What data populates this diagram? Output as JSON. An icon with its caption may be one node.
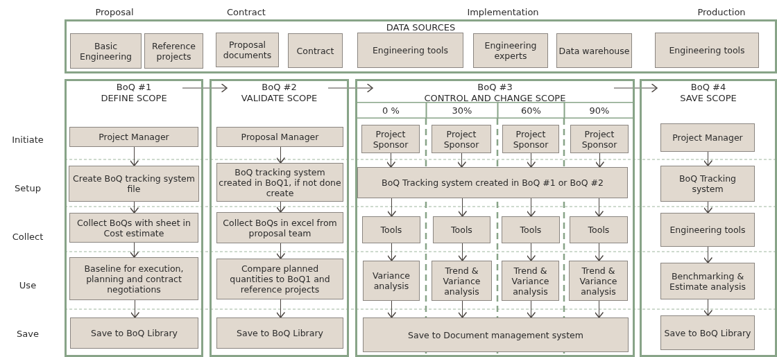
{
  "diagram": {
    "nodes": [
      {
        "text": [
          "DATA SOURCES"
        ]
      },
      {
        "text": [
          "Basic Engineering"
        ],
        "in": 0
      },
      {
        "text": [
          "Reference projects"
        ],
        "in": 0
      },
      {
        "text": [
          "Proposal documents"
        ],
        "in": 0
      },
      {
        "text": [
          "Contract"
        ],
        "in": 0
      },
      {
        "text": [
          "Engineering tools"
        ],
        "in": 0
      },
      {
        "text": [
          "Engineering experts"
        ],
        "in": 0
      },
      {
        "text": [
          "Data warehouse"
        ],
        "in": 0
      },
      {
        "text": [
          "Engineering tools"
        ],
        "in": 0
      },
      {
        "text": [
          "BoQ #1",
          "DEFINE SCOPE"
        ]
      },
      {
        "text": [
          "BoQ #2",
          "VALIDATE SCOPE"
        ]
      },
      {
        "text": [
          "BoQ #3",
          "CONTROL AND CHANGE SCOPE"
        ]
      },
      {
        "text": [
          "BoQ #4",
          "SAVE SCOPE"
        ]
      },
      {
        "text": [
          "0 %"
        ],
        "in": 11
      },
      {
        "text": [
          "30%"
        ],
        "in": 11
      },
      {
        "text": [
          "60%"
        ],
        "in": 11
      },
      {
        "text": [
          "90%"
        ],
        "in": 11
      },
      {
        "text": [
          "Project Manager"
        ],
        "in": 9
      },
      {
        "text": [
          "Create BoQ tracking system file"
        ],
        "in": 9
      },
      {
        "text": [
          "Collect BoQs with sheet in Cost estimate"
        ],
        "in": 9
      },
      {
        "text": [
          "Baseline for execution, planning and contract negotiations"
        ],
        "in": 9
      },
      {
        "text": [
          "Save to BoQ Library"
        ],
        "in": 9
      },
      {
        "text": [
          "Proposal Manager"
        ],
        "in": 10
      },
      {
        "text": [
          "BoQ tracking system created in BoQ1, if not done create"
        ],
        "in": 10
      },
      {
        "text": [
          "Collect BoQs in excel from proposal team"
        ],
        "in": 10
      },
      {
        "text": [
          "Compare planned quantities to BoQ1 and reference projects"
        ],
        "in": 10
      },
      {
        "text": [
          "Save to BoQ Library"
        ],
        "in": 10
      },
      {
        "text": [
          "Project Sponsor"
        ],
        "in": 11
      },
      {
        "text": [
          "Project Sponsor"
        ],
        "in": 11
      },
      {
        "text": [
          "Project Sponsor"
        ],
        "in": 11
      },
      {
        "text": [
          "Project Sponsor"
        ],
        "in": 11
      },
      {
        "text": [
          "BoQ Tracking system created in BoQ #1 or BoQ #2"
        ],
        "in": 11
      },
      {
        "text": [
          "Tools"
        ],
        "in": 11
      },
      {
        "text": [
          "Tools"
        ],
        "in": 11
      },
      {
        "text": [
          "Tools"
        ],
        "in": 11
      },
      {
        "text": [
          "Tools"
        ],
        "in": 11
      },
      {
        "text": [
          "Variance analysis"
        ],
        "in": 11
      },
      {
        "text": [
          "Trend & Variance analysis"
        ],
        "in": 11
      },
      {
        "text": [
          "Trend & Variance analysis"
        ],
        "in": 11
      },
      {
        "text": [
          "Trend & Variance analysis"
        ],
        "in": 11
      },
      {
        "text": [
          "Save to Document management system"
        ],
        "in": 11
      },
      {
        "text": [
          "Project Manager"
        ],
        "in": 12
      },
      {
        "text": [
          "BoQ Tracking system"
        ],
        "in": 12
      },
      {
        "text": [
          "Engineering tools"
        ],
        "in": 12
      },
      {
        "text": [
          "Benchmarking & Estimate analysis"
        ],
        "in": 12
      },
      {
        "text": [
          "Save to BoQ Library"
        ],
        "in": 12
      }
    ],
    "edges": [
      {
        "from": 9,
        "to": 10,
        "arrow": "to"
      },
      {
        "from": 10,
        "to": 11,
        "arrow": "to"
      },
      {
        "from": 11,
        "to": 12,
        "arrow": "to"
      },
      {
        "from": 17,
        "to": 18,
        "arrow": "to"
      },
      {
        "from": 18,
        "to": 19,
        "arrow": "to"
      },
      {
        "from": 19,
        "to": 20,
        "arrow": "to"
      },
      {
        "from": 20,
        "to": 21,
        "arrow": "to"
      },
      {
        "from": 22,
        "to": 23,
        "arrow": "to"
      },
      {
        "from": 23,
        "to": 24,
        "arrow": "to"
      },
      {
        "from": 24,
        "to": 25,
        "arrow": "to"
      },
      {
        "from": 25,
        "to": 26,
        "arrow": "to"
      },
      {
        "from": 27,
        "to": 31,
        "arrow": "to"
      },
      {
        "from": 28,
        "to": 31,
        "arrow": "to"
      },
      {
        "from": 29,
        "to": 31,
        "arrow": "to"
      },
      {
        "from": 30,
        "to": 31,
        "arrow": "to"
      },
      {
        "from": 31,
        "to": 32,
        "arrow": "to"
      },
      {
        "from": 31,
        "to": 33,
        "arrow": "to"
      },
      {
        "from": 31,
        "to": 34,
        "arrow": "to"
      },
      {
        "from": 31,
        "to": 35,
        "arrow": "to"
      },
      {
        "from": 32,
        "to": 36,
        "arrow": "to"
      },
      {
        "from": 33,
        "to": 37,
        "arrow": "to"
      },
      {
        "from": 34,
        "to": 38,
        "arrow": "to"
      },
      {
        "from": 35,
        "to": 39,
        "arrow": "to"
      },
      {
        "from": 36,
        "to": 40,
        "arrow": "to"
      },
      {
        "from": 37,
        "to": 40,
        "arrow": "to"
      },
      {
        "from": 38,
        "to": 40,
        "arrow": "to"
      },
      {
        "from": 39,
        "to": 40,
        "arrow": "to"
      },
      {
        "from": 41,
        "to": 42,
        "arrow": "to"
      },
      {
        "from": 42,
        "to": 43,
        "arrow": "to"
      },
      {
        "from": 43,
        "to": 44,
        "arrow": "to"
      },
      {
        "from": 44,
        "to": 45,
        "arrow": "to"
      }
    ],
    "labels": [
      "Proposal",
      "Contract",
      "Implementation",
      "Production",
      "Initiate",
      "Setup",
      "Collect",
      "Use",
      "Save"
    ]
  }
}
